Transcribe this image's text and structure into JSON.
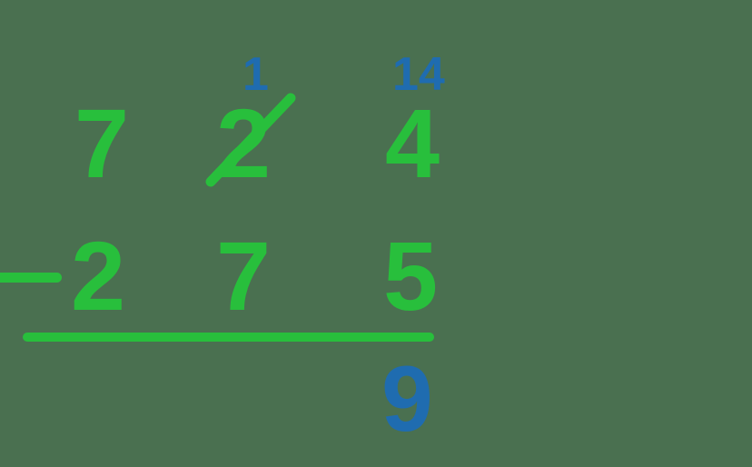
{
  "problem": {
    "operation": "subtraction",
    "minuend": "724",
    "subtrahend": "275",
    "operator": "−",
    "answer_shown": "9",
    "columns": [
      "hundreds",
      "tens",
      "ones"
    ]
  },
  "minuend_row": {
    "hundreds": "7",
    "tens": "2",
    "ones": "4"
  },
  "subtrahend_row": {
    "hundreds": "2",
    "tens": "7",
    "ones": "5"
  },
  "regroup_row": {
    "tens": "1",
    "ones": "14"
  },
  "answer_row": {
    "hundreds": "",
    "tens": "",
    "ones": "9"
  },
  "marks": {
    "strikethrough_target": "minuend-tens",
    "strikethrough_label": "crossed-out-2"
  },
  "colors": {
    "background": "#4a7050",
    "green": "#28bf3c",
    "blue": "#1f6cb0"
  }
}
